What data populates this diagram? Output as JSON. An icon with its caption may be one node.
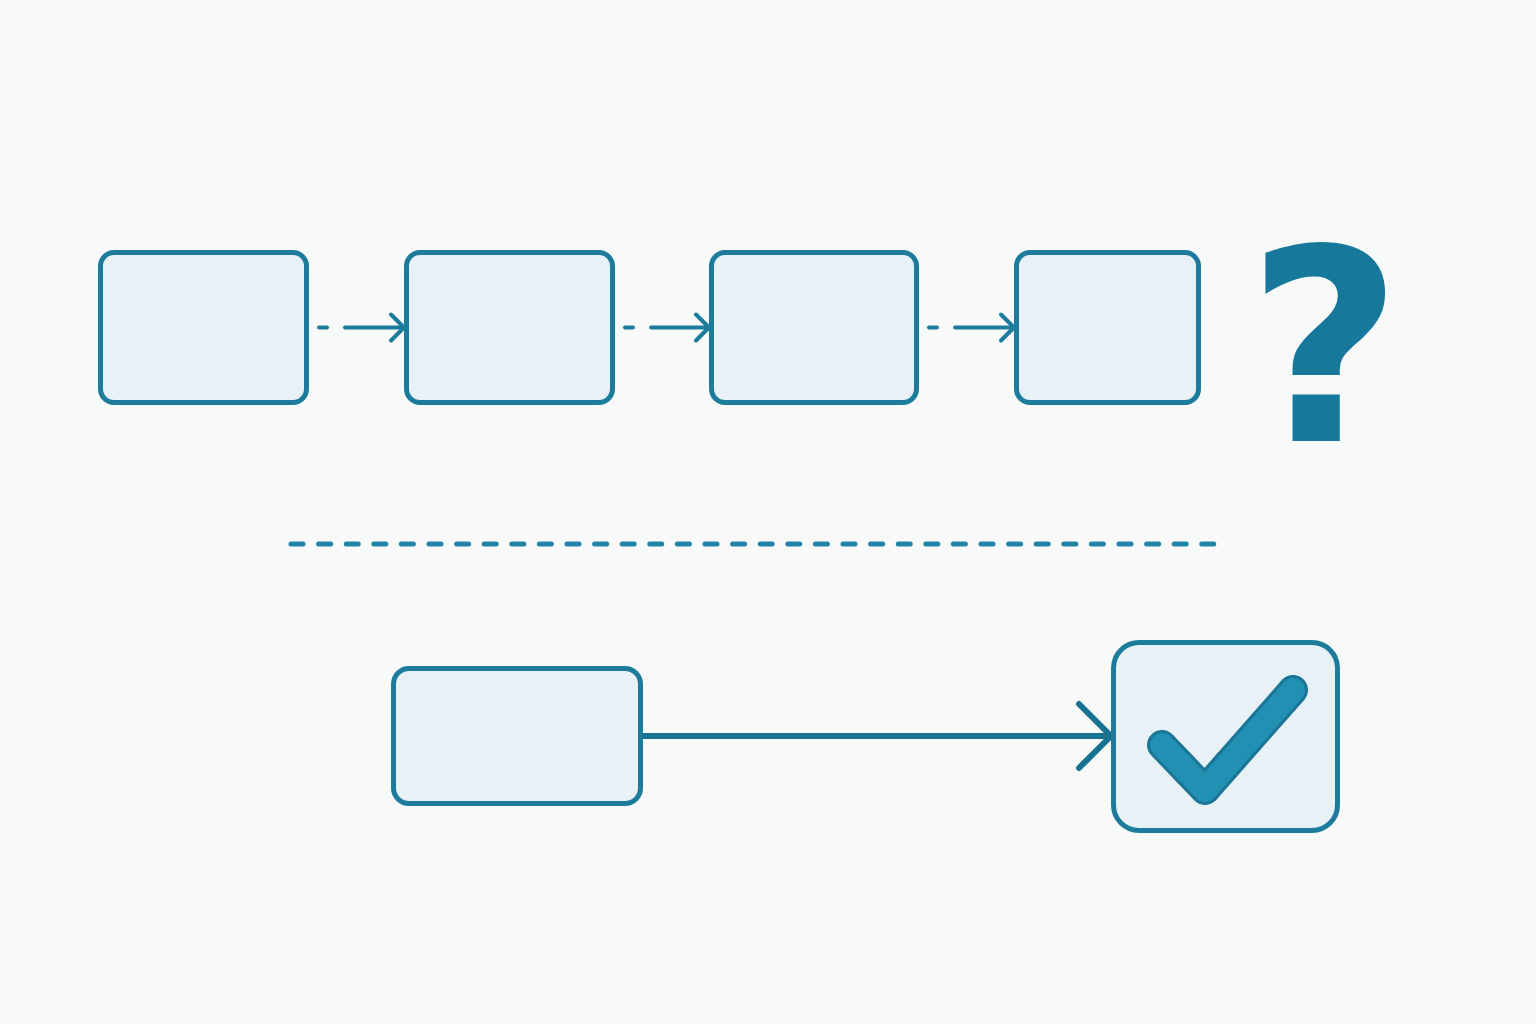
{
  "diagram": {
    "nodes": [
      {
        "text": [],
        "shape": "box"
      },
      {
        "text": [],
        "shape": "box"
      },
      {
        "text": [],
        "shape": "box"
      },
      {
        "text": [],
        "shape": "box"
      },
      {
        "text": [],
        "shape": "box"
      },
      {
        "text": [],
        "shape": "box"
      }
    ],
    "edges": [
      {
        "from": 0,
        "to": 1,
        "arrow": "to",
        "style": "dashed"
      },
      {
        "from": 1,
        "to": 2,
        "arrow": "to",
        "style": "dashed"
      },
      {
        "from": 2,
        "to": 3,
        "arrow": "to",
        "style": "dashed"
      },
      {
        "from": 4,
        "to": 5,
        "arrow": "to"
      }
    ],
    "labels": [
      "?"
    ]
  }
}
